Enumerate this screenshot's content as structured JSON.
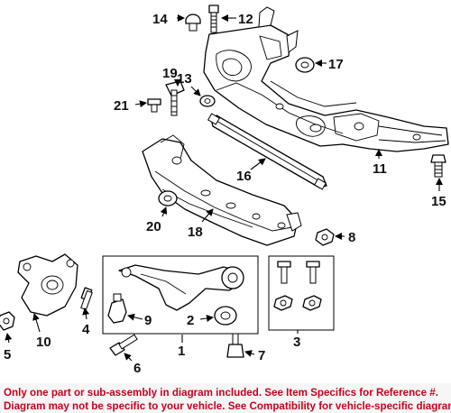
{
  "callouts": {
    "c1": "1",
    "c2": "2",
    "c3": "3",
    "c4": "4",
    "c5": "5",
    "c6": "6",
    "c7": "7",
    "c8": "8",
    "c9": "9",
    "c10": "10",
    "c11": "11",
    "c12": "12",
    "c13": "13",
    "c14": "14",
    "c15": "15",
    "c16": "16",
    "c17": "17",
    "c18": "18",
    "c19": "19",
    "c20": "20",
    "c21": "21"
  },
  "disclaimer": {
    "line1": "Only one part or sub-assembly in diagram included. See Item Specifics for Reference #.",
    "line2": "Diagram may not be specific to your vehicle. See Compatibility for vehicle-specific diagrams."
  }
}
